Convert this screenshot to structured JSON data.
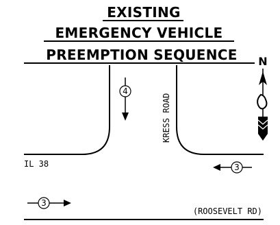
{
  "title": {
    "line1": "EXISTING",
    "line2": "EMERGENCY VEHICLE",
    "line3": "PREEMPTION SEQUENCE"
  },
  "north_label": "N",
  "roads": {
    "cross_street": "KRESS ROAD",
    "main_street": "IL 38",
    "main_street_alt": "(ROOSEVELT RD)"
  },
  "phases": {
    "southbound": "4",
    "westbound": "3",
    "eastbound": "3"
  },
  "colors": {
    "ink": "#000000",
    "background": "#ffffff"
  }
}
